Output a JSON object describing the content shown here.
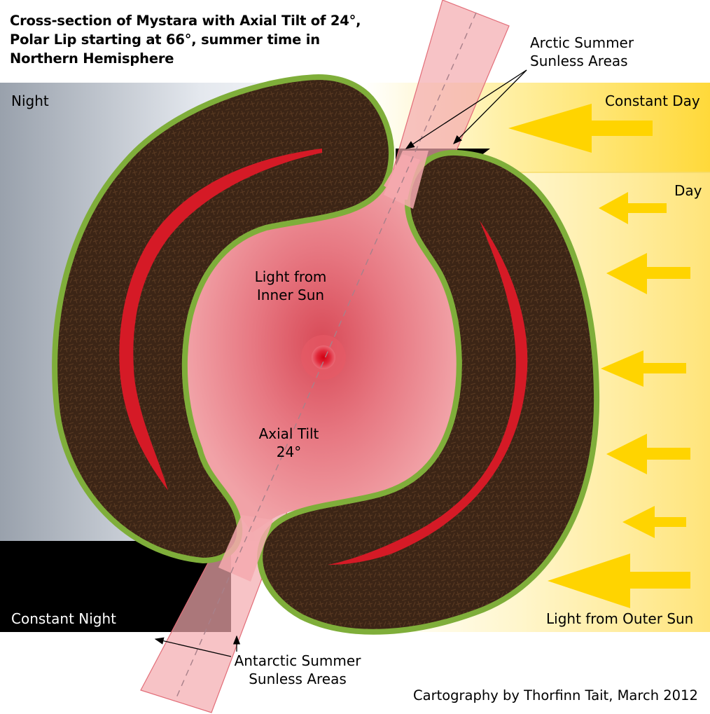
{
  "title": {
    "line1": "Cross-section of Mystara with Axial Tilt of 24°,",
    "line2": "Polar Lip starting at 66°, summer time in",
    "line3": "Northern Hemisphere"
  },
  "labels": {
    "night": "Night",
    "constant_day": "Constant Day",
    "day": "Day",
    "constant_night": "Constant Night",
    "light_outer_sun": "Light from Outer Sun",
    "light_inner_sun_1": "Light from",
    "light_inner_sun_2": "Inner Sun",
    "axial_tilt_1": "Axial Tilt",
    "axial_tilt_2": "24°",
    "arctic_1": "Arctic Summer",
    "arctic_2": "Sunless Areas",
    "antarctic_1": "Antarctic Summer",
    "antarctic_2": "Sunless Areas",
    "credit": "Cartography by Thorfinn Tait, March 2012"
  },
  "colors": {
    "crust": "#3b2314",
    "rim": "#7fae3a",
    "magma": "#d51a26",
    "sun_arrow": "#ffd400",
    "inner_light": "#e46a75",
    "beam": "#f6b9bc",
    "night_dark": "#9aa3ae",
    "day_light": "#fff3b0"
  },
  "icons": {
    "arrow": "left-arrow-icon",
    "inner_sun": "inner-sun-icon"
  }
}
